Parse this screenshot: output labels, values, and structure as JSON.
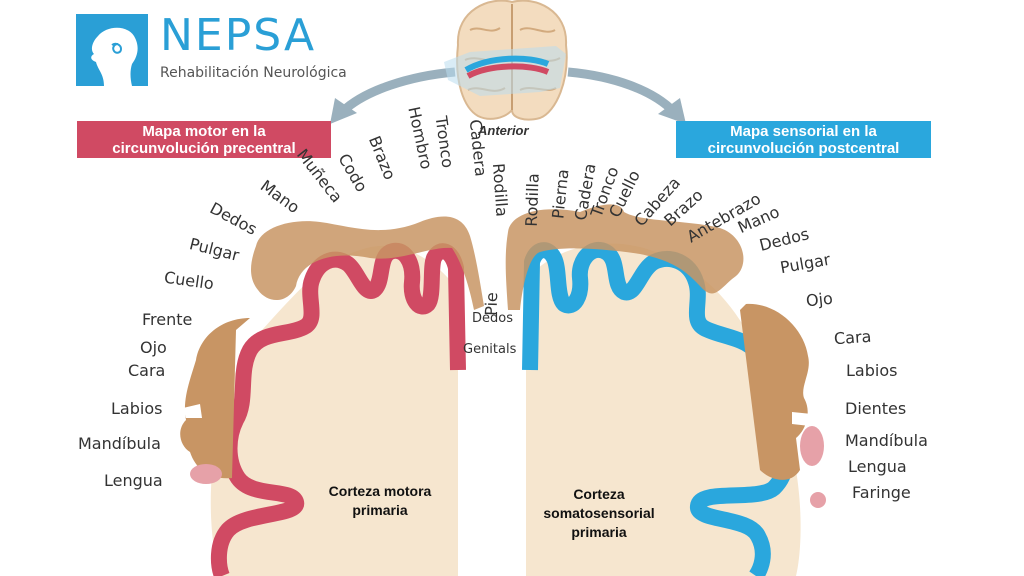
{
  "logo": {
    "name": "NEPSA",
    "subtitle": "Rehabilitación Neurológica"
  },
  "brain_label": "Anterior",
  "motor": {
    "title_line1": "Mapa motor en la",
    "title_line2": "circunvolución precentral",
    "cortex_line1": "Corteza motora",
    "cortex_line2": "primaria",
    "labels": [
      "Lengua",
      "Mandíbula",
      "Labios",
      "Cara",
      "Ojo",
      "Frente",
      "Cuello",
      "Pulgar",
      "Dedos",
      "Mano",
      "Muñeca",
      "Codo",
      "Brazo",
      "Hombro",
      "Tronco",
      "Cadera",
      "Rodilla",
      "Pie",
      "Dedos"
    ]
  },
  "sensory": {
    "title_line1": "Mapa sensorial en la",
    "title_line2": "circunvolución postcentral",
    "cortex_line1": "Corteza",
    "cortex_line2": "somatosensorial",
    "cortex_line3": "primaria",
    "labels": [
      "Genitals",
      "Rodilla",
      "Pierna",
      "Cadera",
      "Tronco",
      "Cuello",
      "Cabeza",
      "Brazo",
      "Antebrazo",
      "Mano",
      "Dedos",
      "Pulgar",
      "Ojo",
      "Cara",
      "Labios",
      "Dientes",
      "Mandíbula",
      "Lengua",
      "Faringe"
    ]
  },
  "colors": {
    "motor": "#d04a63",
    "sensory": "#2aa7dd",
    "tissue": "#f6e6cf",
    "skin": "#c89564",
    "logo": "#2a9fd6"
  }
}
